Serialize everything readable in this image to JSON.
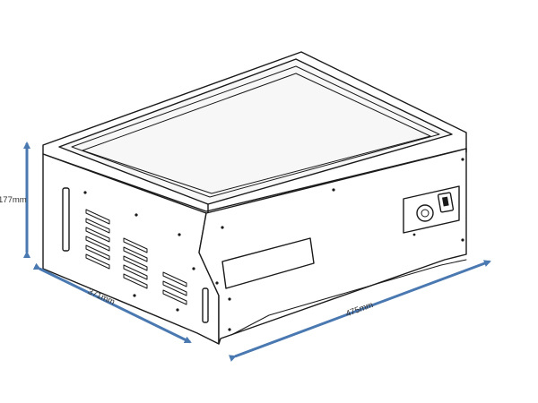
{
  "dimensions": {
    "height_label": "177mm",
    "depth_label": "371mm",
    "width_label": "475mm"
  },
  "colors": {
    "arrow": "#4a78b0",
    "outline": "#1a1a1a",
    "label": "#333333"
  }
}
